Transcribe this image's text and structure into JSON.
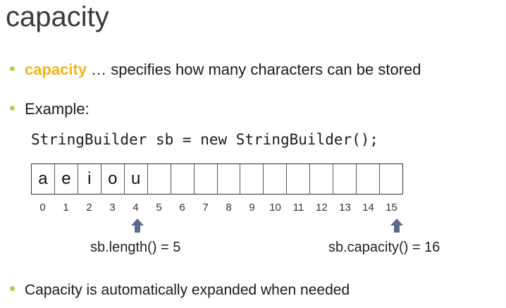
{
  "title": "capacity",
  "bullets": {
    "first": {
      "keyword": "capacity",
      "rest": " … specifies how many characters can be stored"
    },
    "second": "Example:",
    "third": "Capacity is automatically expanded when needed"
  },
  "code": "StringBuilder sb = new StringBuilder();",
  "array": {
    "cells": [
      "a",
      "e",
      "i",
      "o",
      "u",
      "",
      "",
      "",
      "",
      "",
      "",
      "",
      "",
      "",
      "",
      ""
    ],
    "indices": [
      "0",
      "1",
      "2",
      "3",
      "4",
      "5",
      "6",
      "7",
      "8",
      "9",
      "10",
      "11",
      "12",
      "13",
      "14",
      "15"
    ]
  },
  "annotations": {
    "length": "sb.length() = 5",
    "capacity": "sb.capacity() = 16"
  },
  "colors": {
    "keyword": "#f2b51a",
    "bullet": "#b8c94c",
    "arrow": "#5a6b8c"
  }
}
